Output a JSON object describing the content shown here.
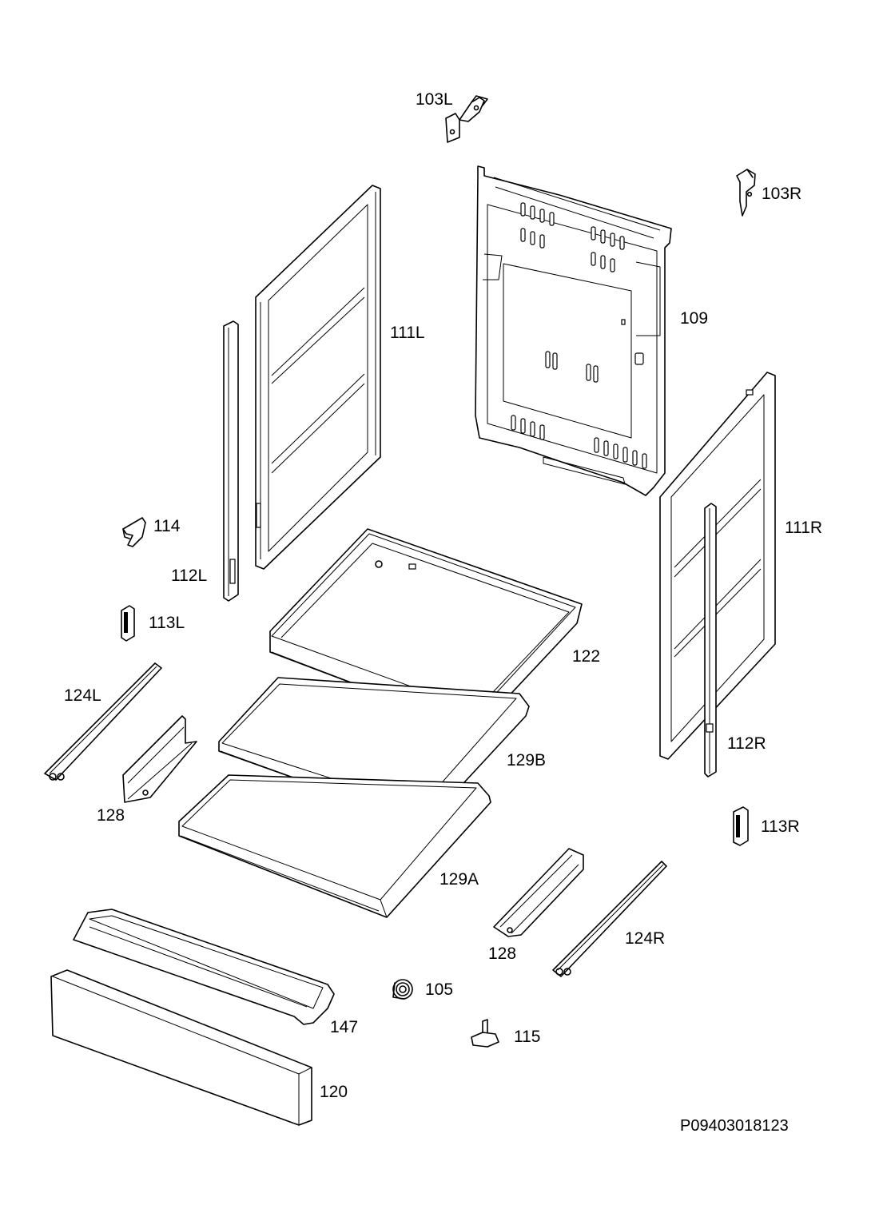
{
  "document_ref": "P09403018123",
  "parts": {
    "p103L": "103L",
    "p103R": "103R",
    "p109": "109",
    "p111L": "111L",
    "p111R": "111R",
    "p112L": "112L",
    "p112R": "112R",
    "p113L": "113L",
    "p113R": "113R",
    "p114": "114",
    "p122": "122",
    "p124L": "124L",
    "p124R": "124R",
    "p128a": "128",
    "p128b": "128",
    "p129A": "129A",
    "p129B": "129B",
    "p105": "105",
    "p115": "115",
    "p147": "147",
    "p120": "120"
  }
}
